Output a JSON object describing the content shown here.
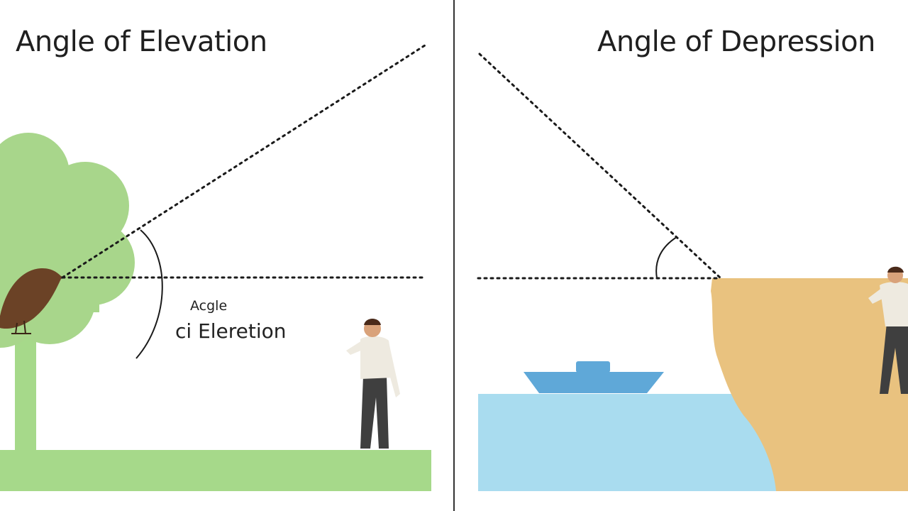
{
  "panels": {
    "left": {
      "title": "Angle of Elevation",
      "angle_label_line1": "Acgle",
      "angle_label_line2": "ci Eleretion"
    },
    "right": {
      "title": "Angle of Depression"
    }
  },
  "colors": {
    "tree_foliage": "#a8d68b",
    "ground_grass": "#a6d98a",
    "bird": "#6b4226",
    "water": "#a9dcef",
    "boat": "#5fa8d8",
    "cliff": "#e9c27f",
    "dotted_line": "#1a1a1a",
    "person_shirt": "#eeeae0",
    "person_pants": "#3f3f3f",
    "person_skin": "#d9a27a",
    "person_hair": "#4a2a1a",
    "divider": "#333333"
  }
}
